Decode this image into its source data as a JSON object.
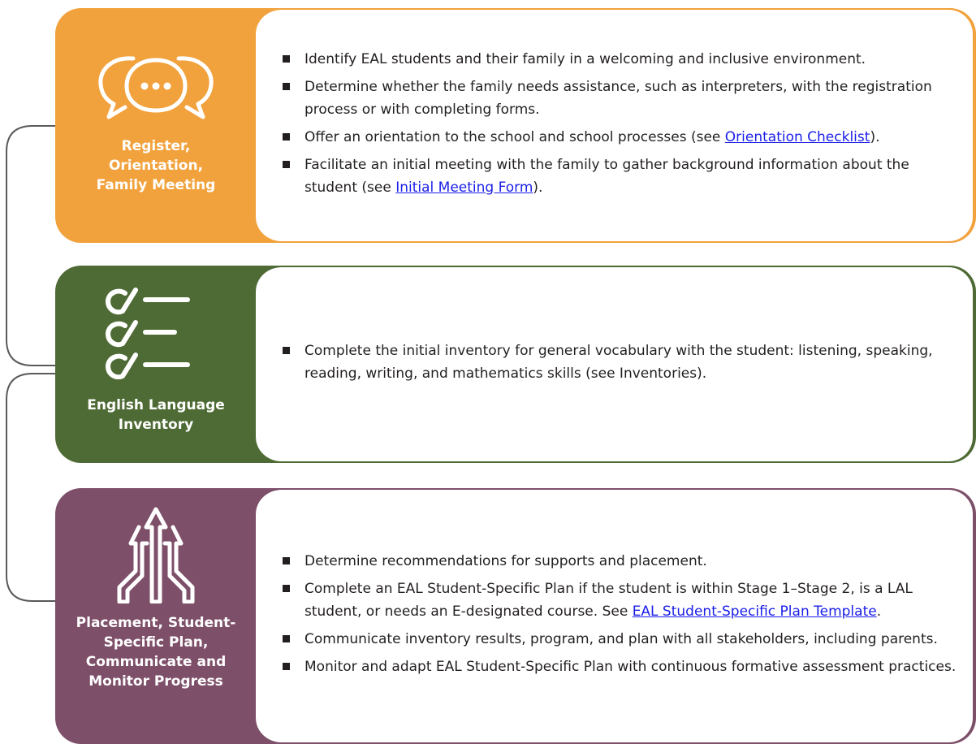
{
  "stages": [
    {
      "title": "Register, Orientation, Family Meeting",
      "icon": "speech-bubbles-icon",
      "color": "#f2a23c",
      "bullets": [
        {
          "text": "Identify EAL students and their family in a welcoming and inclusive environment."
        },
        {
          "text": "Determine whether the family needs assistance, such as interpreters, with the registration process or with completing forms."
        },
        {
          "before": "Offer an orientation to the school and school processes (see ",
          "link": "Orientation Checklist",
          "after": ")."
        },
        {
          "before": "Facilitate an initial meeting with the family to gather background information about the student (see ",
          "link": "Initial Meeting Form",
          "after": ")."
        }
      ]
    },
    {
      "title": "English Language Inventory",
      "icon": "checklist-icon",
      "color": "#4f6b35",
      "bullets": [
        {
          "text": "Complete the initial inventory for general vocabulary with the student: listening, speaking, reading, writing, and mathematics skills (see Inventories)."
        }
      ]
    },
    {
      "title": "Placement, Student-Specific Plan, Communicate and Monitor Progress",
      "icon": "upward-arrows-icon",
      "color": "#7d4f69",
      "bullets": [
        {
          "text": "Determine recommendations for supports and placement."
        },
        {
          "before": "Complete an EAL Student-Specific Plan if the student is within Stage 1–Stage 2, is a LAL student, or needs an E-designated course. See ",
          "link": "EAL Student-Specific Plan Template",
          "after": "."
        },
        {
          "text": "Communicate inventory results, program, and plan with all stakeholders, including parents."
        },
        {
          "text": "Monitor and adapt EAL Student-Specific Plan with continuous formative assessment practices."
        }
      ]
    }
  ]
}
